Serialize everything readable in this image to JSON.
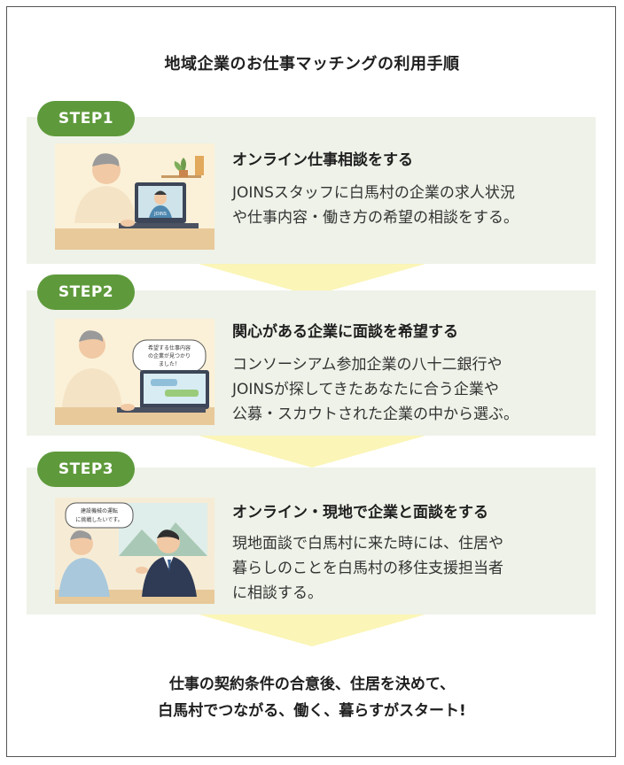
{
  "title": "地域企業のお仕事マッチングの利用手順",
  "steps": [
    {
      "badge": "STEP1",
      "heading": "オンライン仕事相談をする",
      "body_lines": [
        "JOINSスタッフに白馬村の企業の求人状況",
        "や仕事内容・働き方の希望の相談をする。"
      ],
      "illustration": {
        "screen_label": "JOINS"
      }
    },
    {
      "badge": "STEP2",
      "heading": "関心がある企業に面談を希望する",
      "body_lines": [
        "コンソーシアム参加企業の八十二銀行や",
        "JOINSが探してきたあなたに合う企業や",
        "公募・スカウトされた企業の中から選ぶ。"
      ],
      "illustration": {
        "bubble_lines": [
          "希望する仕事内容",
          "の企業が見つかり",
          "ました！"
        ]
      }
    },
    {
      "badge": "STEP3",
      "heading": "オンライン・現地で企業と面談をする",
      "body_lines": [
        "現地面談で白馬村に来た時には、住居や",
        "暮らしのことを白馬村の移住支援担当者",
        "に相談する。"
      ],
      "illustration": {
        "bubble_lines": [
          "建設機械の運転",
          "に挑戦したいです。"
        ]
      }
    }
  ],
  "footer_lines": [
    "仕事の契約条件の合意後、住居を決めて、",
    "白馬村でつながる、働く、暮らすがスタート!"
  ],
  "colors": {
    "badge": "#5e9a3b",
    "panel": "#eef2e8",
    "arrow": "#fbf5b7",
    "border": "#555555"
  }
}
